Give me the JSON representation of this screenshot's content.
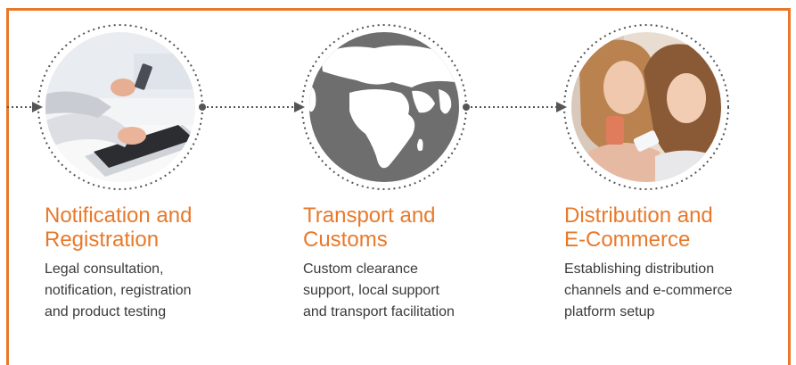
{
  "colors": {
    "accent": "#e8792b",
    "text": "#3a3a3a",
    "dots": "#555555"
  },
  "steps": [
    {
      "title": "Notification and\nRegistration",
      "description": "Legal consultation,\nnotification, registration\nand product testing",
      "icon": "laptop-phone-photo"
    },
    {
      "title": "Transport and\nCustoms",
      "description": "Custom clearance\nsupport, local support\nand transport facilitation",
      "icon": "globe-icon"
    },
    {
      "title": "Distribution and\nE-Commerce",
      "description": "Establishing distribution\nchannels and e-commerce\nplatform setup",
      "icon": "shopping-women-photo"
    }
  ]
}
